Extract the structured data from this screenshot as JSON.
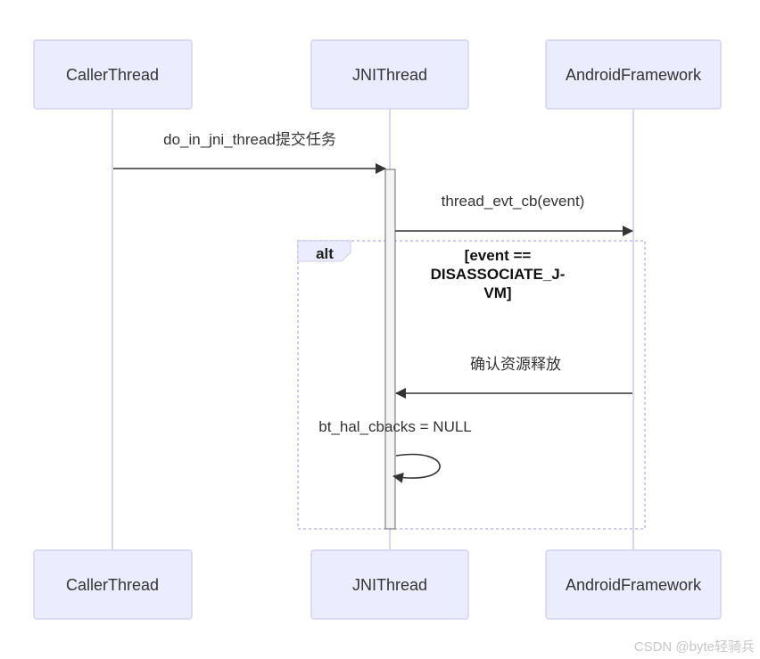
{
  "participants": [
    {
      "id": "caller",
      "label": "CallerThread"
    },
    {
      "id": "jni",
      "label": "JNIThread"
    },
    {
      "id": "android",
      "label": "AndroidFramework"
    }
  ],
  "messages": [
    {
      "from": "caller",
      "to": "jni",
      "label": "do_in_jni_thread提交任务"
    },
    {
      "from": "jni",
      "to": "android",
      "label": "thread_evt_cb(event)"
    },
    {
      "from": "android",
      "to": "jni",
      "label": "确认资源释放"
    },
    {
      "from": "jni",
      "to": "jni",
      "label": "bt_hal_cbacks = NULL"
    }
  ],
  "alt": {
    "keyword": "alt",
    "condition_lines": [
      "[event ==",
      "DISASSOCIATE_J-",
      "VM]"
    ]
  },
  "watermark": "CSDN @byte轻骑兵",
  "colors": {
    "actor_fill": "#ececff",
    "actor_stroke": "#d4d2f4",
    "lifeline": "#ddd6f3",
    "activation_fill": "#f4f4f4",
    "activation_stroke": "#666666",
    "arrow": "#333333",
    "alt_border": "#cfcbee"
  }
}
